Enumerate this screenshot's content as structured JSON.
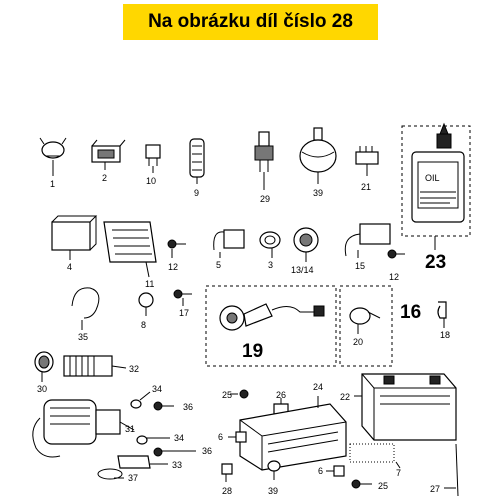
{
  "banner": {
    "title": "Na obrázku díl číslo 28",
    "color": "#ffd700"
  },
  "callouts": {
    "c1": "1",
    "c2": "2",
    "c10": "10",
    "c9": "9",
    "c29": "29",
    "c39a": "39",
    "c21": "21",
    "c23": "23",
    "c4": "4",
    "c11": "11",
    "c12a": "12",
    "c5": "5",
    "c3": "3",
    "c1314": "13/14",
    "c15": "15",
    "c12b": "12",
    "c35": "35",
    "c8": "8",
    "c17": "17",
    "c19": "19",
    "c20": "20",
    "c16": "16",
    "c18": "18",
    "c30": "30",
    "c32": "32",
    "c34a": "34",
    "c36a": "36",
    "c31": "31",
    "c34b": "34",
    "c36b": "36",
    "c33": "33",
    "c37": "37",
    "c25a": "25",
    "c26": "26",
    "c24": "24",
    "c22": "22",
    "c6a": "6",
    "c6b": "6",
    "c28": "28",
    "c39b": "39",
    "c25b": "25",
    "c7": "7",
    "c27": "27"
  },
  "oil_bottle_label": "OIL"
}
